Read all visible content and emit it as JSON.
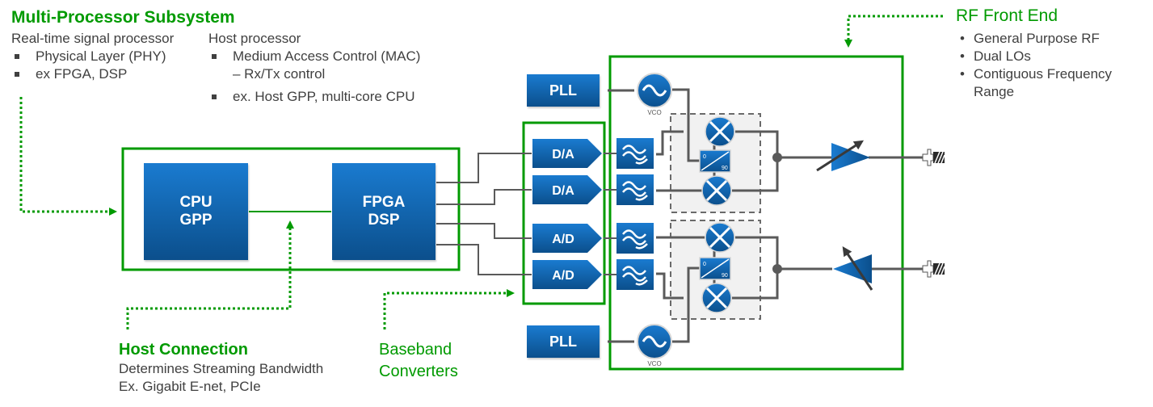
{
  "multi_processor": {
    "title": "Multi-Processor Subsystem",
    "rt_heading": "Real-time signal processor",
    "rt_items": [
      "Physical Layer (PHY)",
      "ex FPGA, DSP"
    ],
    "host_heading": "Host processor",
    "host_items": [
      "Medium Access Control (MAC)",
      "– Rx/Tx control",
      "ex. Host GPP, multi-core CPU"
    ]
  },
  "rf_front_end": {
    "title": "RF Front End",
    "items": [
      "General Purpose RF",
      "Dual LOs",
      "Contiguous Frequency",
      "Range"
    ]
  },
  "host_connection": {
    "title": "Host Connection",
    "lines": [
      "Determines Streaming Bandwidth",
      "Ex. Gigabit E-net, PCIe"
    ]
  },
  "baseband": {
    "lines": [
      "Baseband",
      "Converters"
    ]
  },
  "blocks": {
    "cpu": [
      "CPU",
      "GPP"
    ],
    "fpga": [
      "FPGA",
      "DSP"
    ],
    "pll_top": "PLL",
    "pll_bottom": "PLL",
    "converters": [
      "D/A",
      "D/A",
      "A/D",
      "A/D"
    ],
    "vco_label": "VCO",
    "phase_0": "0",
    "phase_90": "90"
  },
  "colors": {
    "green": "#009a00",
    "blue_top": "#1a7bd0",
    "blue_bottom": "#0b4f8c",
    "wire": "#5a5a5a",
    "text": "#404040"
  }
}
